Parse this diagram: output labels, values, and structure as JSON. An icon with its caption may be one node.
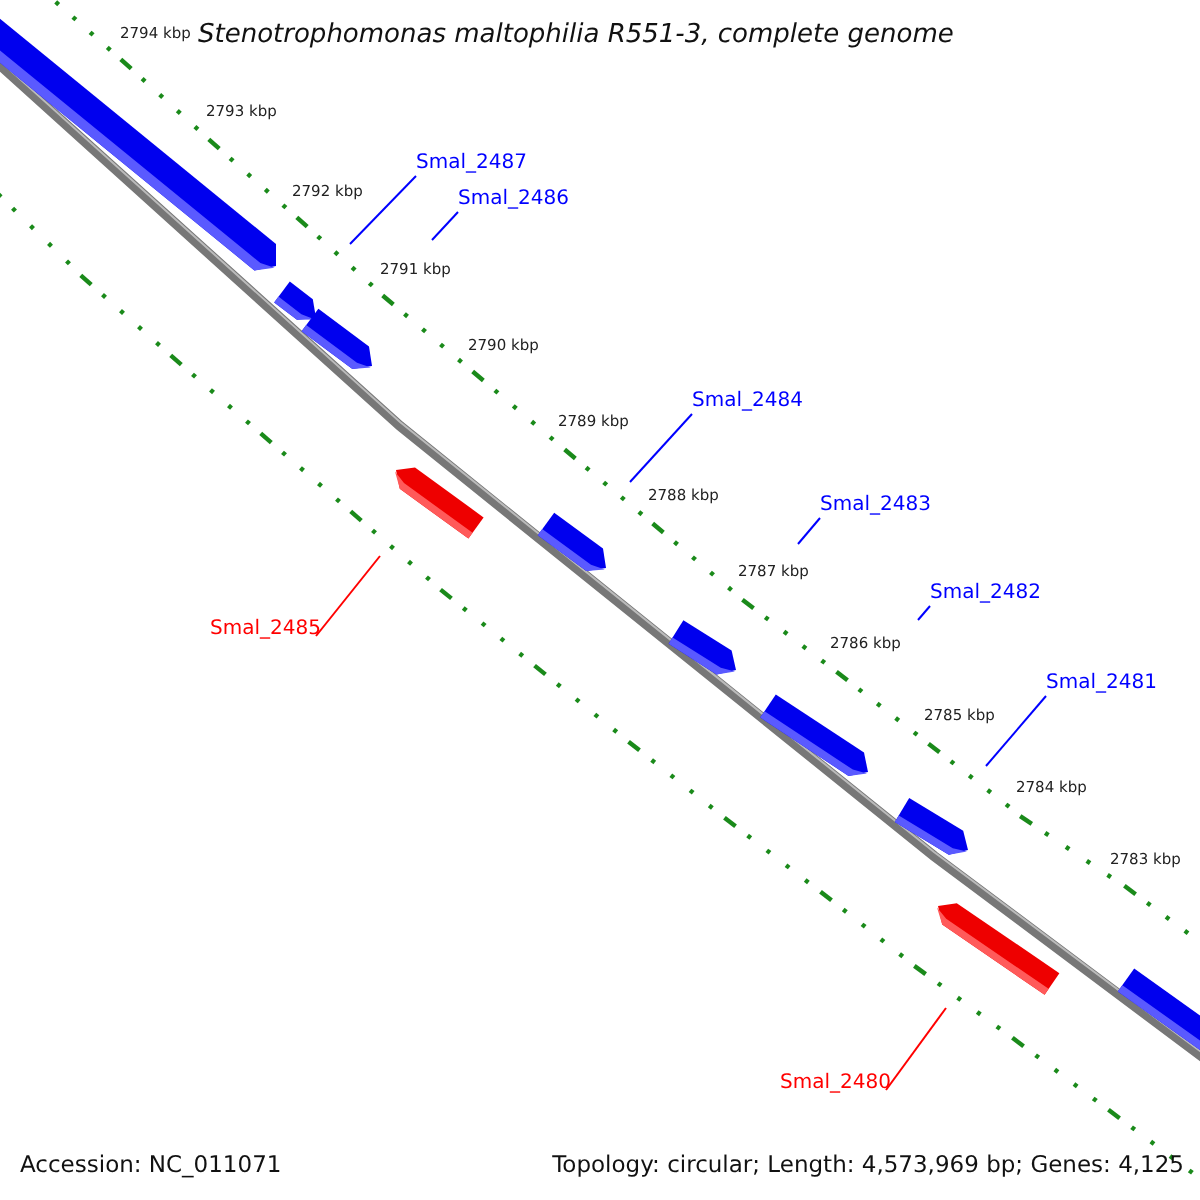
{
  "diagram": {
    "title": "Stenotrophomonas maltophilia R551-3, complete genome",
    "nodes": [
      {
        "text": [
          "Smal_2487"
        ]
      },
      {
        "text": [
          "Smal_2486"
        ]
      },
      {
        "text": [
          "Smal_2484"
        ]
      },
      {
        "text": [
          "Smal_2483"
        ]
      },
      {
        "text": [
          "Smal_2482"
        ]
      },
      {
        "text": [
          "Smal_2485"
        ]
      },
      {
        "text": [
          "Smal_2481"
        ]
      },
      {
        "text": [
          "Smal_2480"
        ]
      }
    ],
    "edges": [
      {
        "from": 0,
        "to": null,
        "arrow": "none"
      },
      {
        "from": 1,
        "to": null,
        "arrow": "none"
      },
      {
        "from": 2,
        "to": null,
        "arrow": "none"
      },
      {
        "from": 3,
        "to": null,
        "arrow": "none"
      },
      {
        "from": 4,
        "to": null,
        "arrow": "none"
      },
      {
        "from": 5,
        "to": null,
        "arrow": "none",
        "color": "#ff0000"
      },
      {
        "from": 6,
        "to": null,
        "arrow": "none"
      },
      {
        "from": 7,
        "to": null,
        "arrow": "none",
        "color": "#ff0000"
      }
    ],
    "labels": [
      "2794 kbp",
      "2793 kbp",
      "2792 kbp",
      "2791 kbp",
      "2790 kbp",
      "2789 kbp",
      "2788 kbp",
      "2787 kbp",
      "2786 kbp",
      "2785 kbp",
      "2784 kbp",
      "2783 kbp",
      "Accession: NC_011071",
      "Topology: circular; Length: 4,573,969 bp; Genes: 4,125"
    ]
  }
}
